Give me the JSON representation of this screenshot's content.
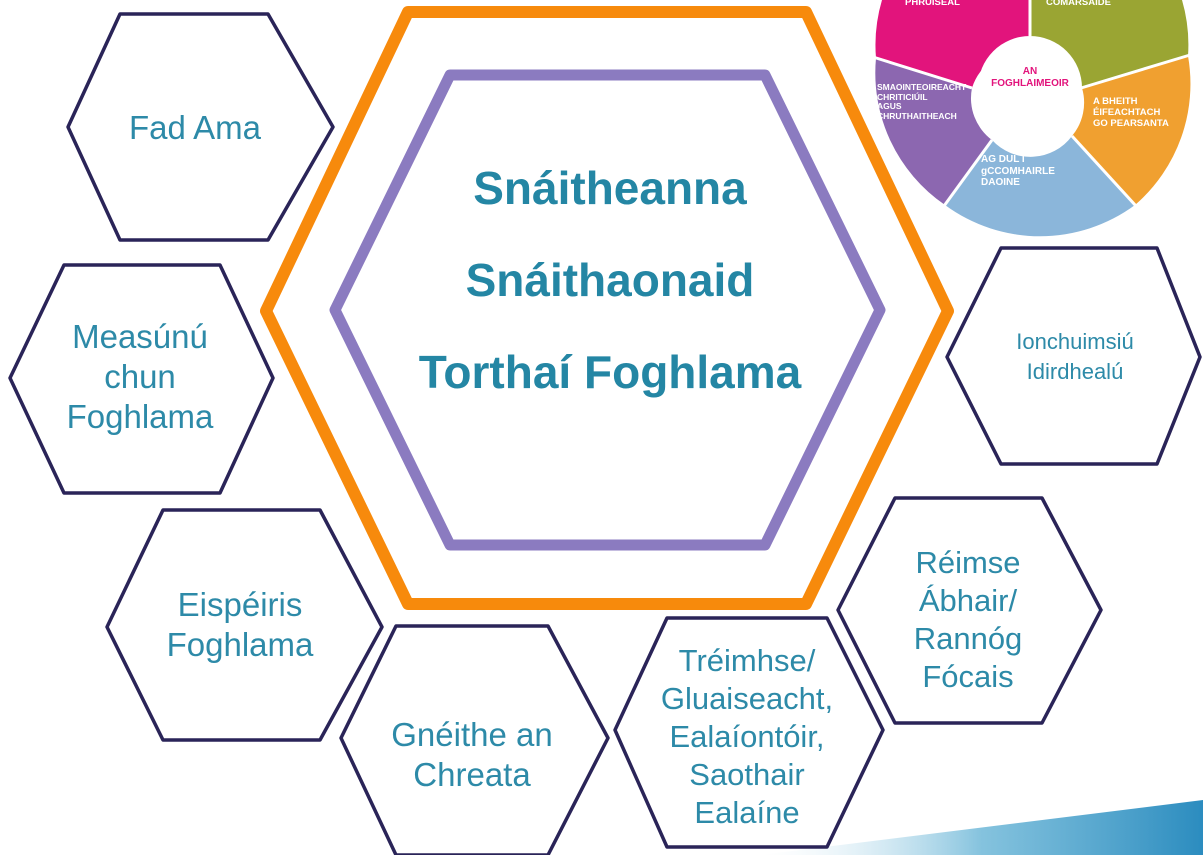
{
  "center": {
    "lines": [
      "Snáitheanna",
      "Snáithaonaid",
      "Torthaí Foghlama"
    ]
  },
  "hexes": {
    "fad_ama": [
      "Fad Ama"
    ],
    "measunu": [
      "Measúnú",
      "chun",
      "Foghlama"
    ],
    "eispeiris": [
      "Eispéiris",
      "Foghlama"
    ],
    "gneithe": [
      "Gnéithe an",
      "Chreata"
    ],
    "treimhse": [
      "Tréimhse/",
      "Gluaiseacht,",
      "Ealaíontóir,",
      "Saothair",
      "Ealaíne"
    ],
    "reimse": [
      "Réimse",
      "Ábhair/",
      "Rannóg",
      "Fócais"
    ],
    "ionchuimsiu": [
      "Ionchuimsiú",
      "Idirdhealú"
    ]
  },
  "wheel": {
    "center_label": [
      "AN",
      "FOGHLAIMEOIR"
    ],
    "segments": {
      "pink": [
        "PHRUISEAL"
      ],
      "olive": [
        "COMARSAIDE"
      ],
      "orange": [
        "A BHEITH",
        "ÉIFEACHTACH",
        "GO PEARSANTA"
      ],
      "blue": [
        "AG DUL I",
        "gCCOMHAIRLE",
        "DAOINE"
      ],
      "purple": [
        "SMAOINTEOIREACHT",
        "CHRITICIÚIL",
        "AGUS",
        "CHRUTHAITHEACH"
      ]
    }
  },
  "colors": {
    "outer_orange": "#f78a0c",
    "inner_purple": "#8b7bc0",
    "small_hex_stroke": "#2a2458",
    "text_teal": "#2d8aa8",
    "wheel_pink": "#e2147c",
    "wheel_olive": "#9aa533",
    "wheel_orange": "#f0a030",
    "wheel_blue": "#8bb6da",
    "wheel_purple": "#8c67b0",
    "wheel_center_text": "#e2147c"
  }
}
